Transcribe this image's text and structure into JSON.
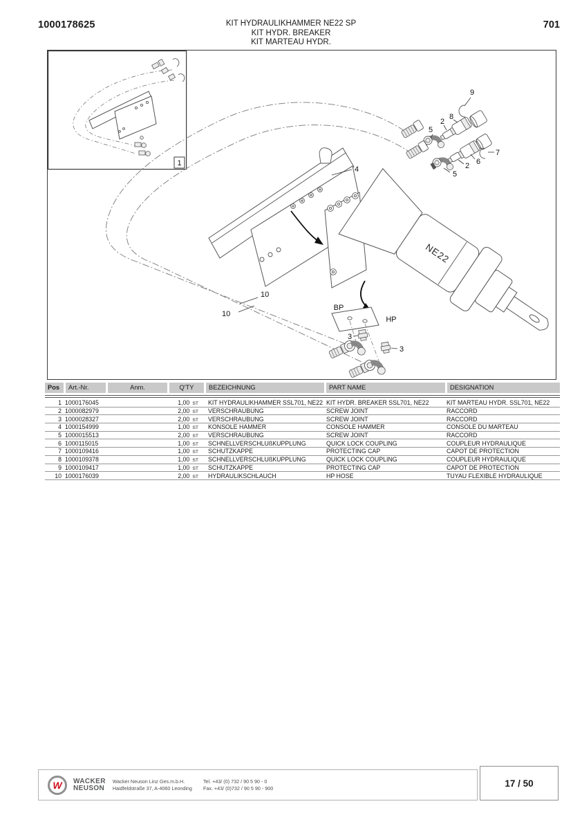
{
  "header": {
    "doc_number": "1000178625",
    "title_line1": "KIT HYDRAULIKHAMMER NE22 SP",
    "title_line2": "KIT HYDR. BREAKER",
    "title_line3": "KIT MARTEAU HYDR.",
    "page_code": "701"
  },
  "diagram": {
    "labels": {
      "inset": "1",
      "c2": "2",
      "c3": "3",
      "c4": "4",
      "c5": "5",
      "c6": "6",
      "c7": "7",
      "c8": "8",
      "c9": "9",
      "c10": "10",
      "bp": "BP",
      "hp": "HP",
      "model": "NE22"
    }
  },
  "table": {
    "columns": [
      "Pos",
      "Art.-Nr.",
      "Anm.",
      "Q'TY",
      "BEZEICHNUNG",
      "PART NAME",
      "DESIGNATION"
    ],
    "rows": [
      {
        "pos": "1",
        "art": "1000176045",
        "anm": "",
        "qty": "1,00",
        "unit": "ST",
        "bezeichnung": "KIT HYDRAULIKHAMMER SSL701, NE22",
        "part_name": "KIT HYDR. BREAKER SSL701, NE22",
        "designation": "KIT MARTEAU HYDR. SSL701, NE22"
      },
      {
        "pos": "2",
        "art": "1000082979",
        "anm": "",
        "qty": "2,00",
        "unit": "ST",
        "bezeichnung": "VERSCHRAUBUNG",
        "part_name": "SCREW JOINT",
        "designation": "RACCORD"
      },
      {
        "pos": "3",
        "art": "1000028327",
        "anm": "",
        "qty": "2,00",
        "unit": "ST",
        "bezeichnung": "VERSCHRAUBUNG",
        "part_name": "SCREW JOINT",
        "designation": "RACCORD"
      },
      {
        "pos": "4",
        "art": "1000154999",
        "anm": "",
        "qty": "1,00",
        "unit": "ST",
        "bezeichnung": "KONSOLE HAMMER",
        "part_name": "CONSOLE HAMMER",
        "designation": "CONSOLE DU MARTEAU"
      },
      {
        "pos": "5",
        "art": "1000015513",
        "anm": "",
        "qty": "2,00",
        "unit": "ST",
        "bezeichnung": "VERSCHRAUBUNG",
        "part_name": "SCREW JOINT",
        "designation": "RACCORD"
      },
      {
        "pos": "6",
        "art": "1000115015",
        "anm": "",
        "qty": "1,00",
        "unit": "ST",
        "bezeichnung": "SCHNELLVERSCHLUßKUPPLUNG",
        "part_name": "QUICK LOCK COUPLING",
        "designation": "COUPLEUR HYDRAULIQUE"
      },
      {
        "pos": "7",
        "art": "1000109416",
        "anm": "",
        "qty": "1,00",
        "unit": "ST",
        "bezeichnung": "SCHUTZKAPPE",
        "part_name": "PROTECTING CAP",
        "designation": "CAPOT DE PROTECTION"
      },
      {
        "pos": "8",
        "art": "1000109378",
        "anm": "",
        "qty": "1,00",
        "unit": "ST",
        "bezeichnung": "SCHNELLVERSCHLUßKUPPLUNG",
        "part_name": "QUICK LOCK COUPLING",
        "designation": "COUPLEUR HYDRAULIQUE"
      },
      {
        "pos": "9",
        "art": "1000109417",
        "anm": "",
        "qty": "1,00",
        "unit": "ST",
        "bezeichnung": "SCHUTZKAPPE",
        "part_name": "PROTECTING CAP",
        "designation": "CAPOT DE PROTECTION"
      },
      {
        "pos": "10",
        "art": "1000176039",
        "anm": "",
        "qty": "2,00",
        "unit": "ST",
        "bezeichnung": "HYDRAULIKSCHLAUCH",
        "part_name": "HP HOSE",
        "designation": "TUYAU FLEXIBLE HYDRAULIQUE"
      }
    ]
  },
  "footer": {
    "logo_letter": "W",
    "brand_line1": "WACKER",
    "brand_line2": "NEUSON",
    "company_line1": "Wacker Neuson Linz  Ges.m.b.H.",
    "company_line2": "Haidfeldstraße 37, A-4060 Leonding",
    "tel": "Tel. +43/ (0) 732 / 90 5 90 - 0",
    "fax": "Fax. +43/ (0)732 / 90 5 90 - 900",
    "page_indicator": "17 / 50"
  }
}
